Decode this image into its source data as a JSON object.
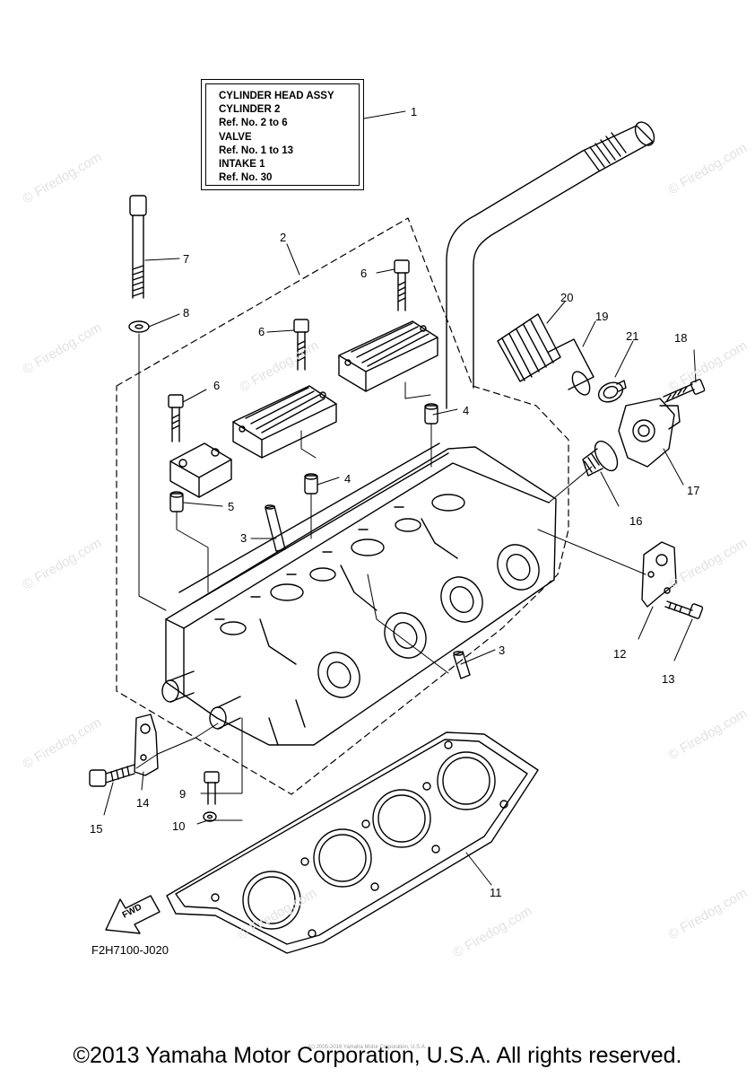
{
  "legend": {
    "lines": [
      "CYLINDER HEAD ASSY",
      "CYLINDER 2",
      "Ref. No. 2 to 6",
      "VALVE",
      "Ref. No. 1 to 13",
      "INTAKE 1",
      "Ref. No. 30"
    ]
  },
  "callouts": {
    "c1": "1",
    "c2": "2",
    "c3a": "3",
    "c3b": "3",
    "c4a": "4",
    "c4b": "4",
    "c5": "5",
    "c6a": "6",
    "c6b": "6",
    "c6c": "6",
    "c7": "7",
    "c8": "8",
    "c9": "9",
    "c10": "10",
    "c11": "11",
    "c12": "12",
    "c13": "13",
    "c14": "14",
    "c15": "15",
    "c16": "16",
    "c17": "17",
    "c18": "18",
    "c19": "19",
    "c20": "20",
    "c21": "21"
  },
  "fwd_label": "FWD",
  "diagram_code": "F2H7100-J020",
  "copyright": "©2013 Yamaha Motor Corporation, U.S.A. All rights reserved.",
  "watermark_text": "© Firedog.com",
  "tiny_note": "(c) 2005-2016 Yamaha Motor Corporation, U.S.A."
}
